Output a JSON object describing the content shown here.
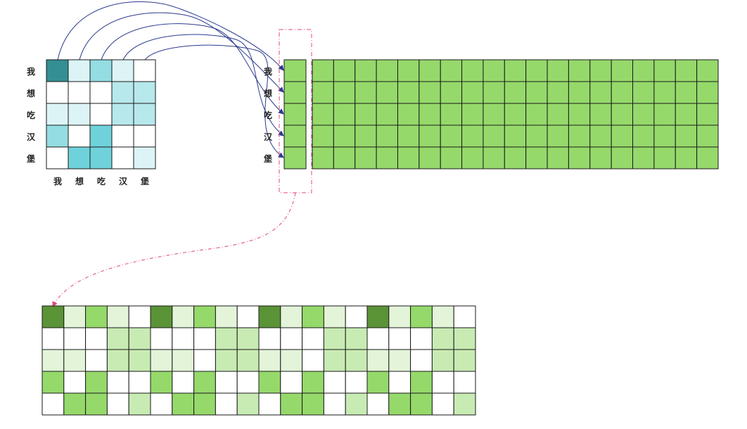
{
  "tokens": [
    "我",
    "想",
    "吃",
    "汉",
    "堡"
  ],
  "colors": {
    "attn": [
      "#ffffff",
      "#ddf4f6",
      "#b6e8ec",
      "#93dde3",
      "#6fd2da",
      "#338f93"
    ],
    "embed": "#95d96b",
    "out": [
      "#ffffff",
      "#e3f4d8",
      "#c8ebb3",
      "#95d96b",
      "#5b9337"
    ],
    "arrow": "#2b3a8c",
    "dash": "#e0487d",
    "grid": "#1a1a1a"
  },
  "attention_matrix": [
    [
      5,
      1,
      3,
      1,
      0
    ],
    [
      0,
      0,
      0,
      2,
      2
    ],
    [
      1,
      1,
      0,
      2,
      2
    ],
    [
      3,
      0,
      4,
      0,
      0
    ],
    [
      0,
      4,
      4,
      0,
      1
    ]
  ],
  "embedding_columns": 19,
  "output_matrix": [
    [
      4,
      1,
      3,
      1,
      0,
      4,
      1,
      3,
      1,
      0,
      4,
      1,
      3,
      1,
      0,
      4,
      1,
      3,
      1,
      0
    ],
    [
      0,
      0,
      0,
      2,
      2,
      0,
      0,
      0,
      2,
      2,
      0,
      0,
      0,
      2,
      2,
      0,
      0,
      0,
      2,
      2
    ],
    [
      1,
      1,
      0,
      2,
      2,
      1,
      1,
      0,
      2,
      2,
      1,
      1,
      0,
      2,
      2,
      1,
      1,
      0,
      2,
      2
    ],
    [
      3,
      0,
      3,
      0,
      0,
      3,
      0,
      3,
      0,
      0,
      3,
      0,
      3,
      0,
      0,
      3,
      0,
      3,
      0,
      0
    ],
    [
      0,
      3,
      3,
      0,
      2,
      0,
      3,
      3,
      0,
      2,
      0,
      3,
      3,
      0,
      2,
      0,
      3,
      3,
      0,
      2
    ]
  ]
}
